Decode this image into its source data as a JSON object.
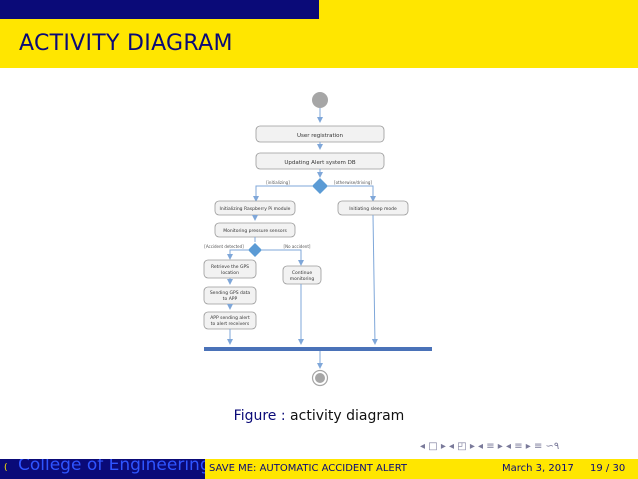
{
  "slide": {
    "title": "ACTIVITY DIAGRAM",
    "caption_label": "Figure :",
    "caption_text": "activity diagram"
  },
  "diagram": {
    "node_user_registration": "User registration",
    "node_updating_alert": "Updating Alert system DB",
    "guard_left_1": "[initializing]",
    "guard_right_1": "[otherwise/driving]",
    "node_init_rpi": "Initializing Raspberry Pi module",
    "node_init_sleep": "Initiating sleep mode",
    "node_monitoring": "Monitoring pressure sensors",
    "guard_left_2": "[Accident detected]",
    "guard_right_2": "[No accident]",
    "node_retrieve_gps_1": "Retrieve the GPS",
    "node_retrieve_gps_2": "location",
    "node_continue_1": "Continue",
    "node_continue_2": "monitoring",
    "node_sending_gps_1": "Sending GPS data",
    "node_sending_gps_2": "to APP",
    "node_app_sending_1": "APP sending alert",
    "node_app_sending_2": "to alert receivers",
    "colors": {
      "node_fill": "#f2f2f2",
      "decision": "#5b9bd5",
      "bar": "#4a72b8",
      "arrow": "#7fa7d9",
      "start": "#a6a6a6"
    }
  },
  "nav": {
    "symbols": "◂ □ ▸ ◂ ◰ ▸ ◂ ≡ ▸ ◂ ≡ ▸ ≡ ∽۹"
  },
  "footer": {
    "left_paren": "(",
    "college": "College of Engineering, Chethala",
    "title": "SAVE ME: AUTOMATIC ACCIDENT ALERT",
    "date": "March 3, 2017",
    "page": "19 / 30"
  }
}
